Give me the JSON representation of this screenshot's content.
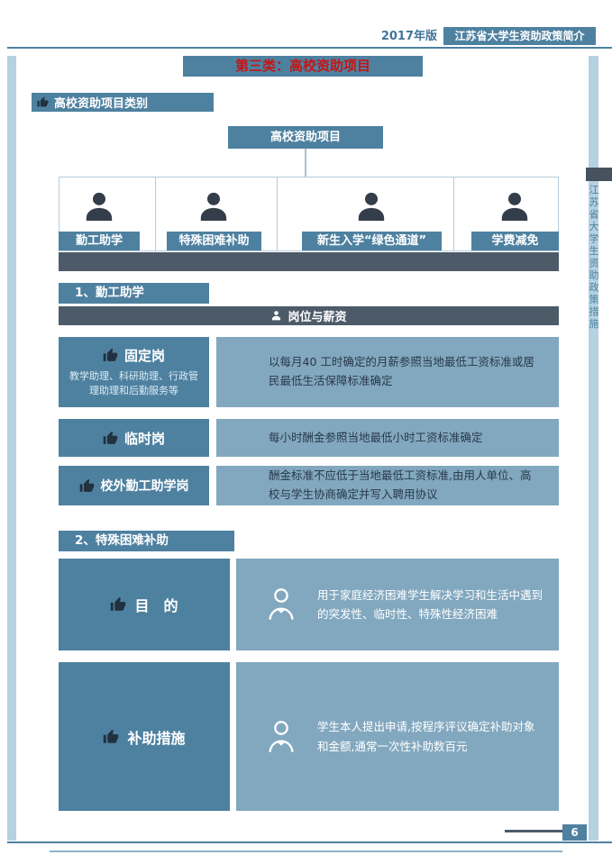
{
  "header": {
    "edition": "2017年版",
    "booklet_title": "江苏省大学生资助政策简介"
  },
  "banner": {
    "title": "第三类：高校资助项目"
  },
  "category_header": "高校资助项目类别",
  "flowchart": {
    "root": "高校资助项目",
    "items": [
      {
        "label": "勤工助学"
      },
      {
        "label": "特殊困难补助"
      },
      {
        "label": "新生入学“绿色通道”"
      },
      {
        "label": "学费减免"
      }
    ]
  },
  "section1": {
    "title": "1、勤工助学",
    "subheader": "岗位与薪资",
    "rows": [
      {
        "label": "固定岗",
        "sublabel": "教学助理、科研助理、行政管理助理和后勤服务等",
        "desc": "以每月40 工时确定的月薪参照当地最低工资标准或居民最低生活保障标准确定"
      },
      {
        "label": "临时岗",
        "desc": "每小时酬金参照当地最低小时工资标准确定"
      },
      {
        "label": "校外勤工助学岗",
        "desc": "酬金标准不应低于当地最低工资标准,由用人单位、高校与学生协商确定并写入聘用协议"
      }
    ]
  },
  "section2": {
    "title": "2、特殊困难补助",
    "rows": [
      {
        "label": "目　的",
        "desc": "用于家庭经济困难学生解决学习和生活中遇到的突发性、临时性、特殊性经济困难"
      },
      {
        "label": "补助措施",
        "desc": "学生本人提出申请,按程序评议确定补助对象和金额,通常一次性补助数百元"
      }
    ]
  },
  "sidebar": {
    "vertical_text": "江苏省大学生资助政策措施"
  },
  "footer": {
    "page_number": "6"
  },
  "colors": {
    "teal": "#4e81a0",
    "light_box": "#82a8bf",
    "dark_bar": "#4d5b69",
    "stripe": "#b5d1e2",
    "title_red": "#c61414"
  }
}
